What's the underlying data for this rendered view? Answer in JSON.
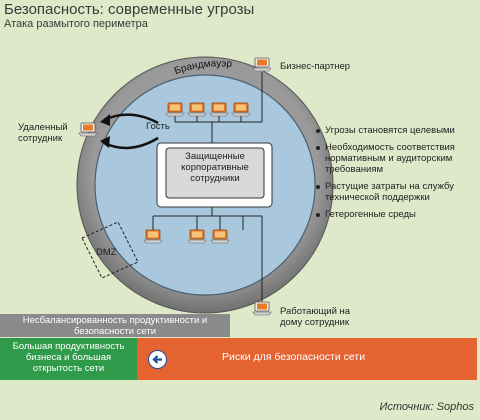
{
  "header": {
    "title": "Безопасность: современные угрозы",
    "subtitle": "Атака размытого периметра"
  },
  "diagram": {
    "firewall_label": "Брандмауэр",
    "guest_label": "Гость",
    "core_label": "Защищенные корпоративные сотрудники",
    "dmz_label": "DMZ",
    "business_partner_label": "Бизнес-партнер",
    "remote_employee_label": "Удаленный сотрудник",
    "home_employee_label": "Работающий на дому сотрудник"
  },
  "bullets": [
    "Угрозы становятся целевыми",
    "Необходимость соответствия нормативным и аудиторским требованиям",
    "Растущие затраты на службу технической поддержки",
    "Гетерогенные среды"
  ],
  "bars": {
    "imbalance": "Несбалансированность продуктивности и безопасности сети",
    "openness": "Большая продуктивность бизнеса и большая открытость сети",
    "risks": "Риски для безопасности сети"
  },
  "source": "Источник: Sophos",
  "colors": {
    "background": "#dde9c9",
    "ring": "#8c8c8c",
    "inner": "#a9c8dd",
    "grey_bar": "#8a8a8a",
    "green_bar": "#2f9b4a",
    "orange_bar": "#e46330"
  },
  "icons": {
    "computer": "laptop-icon",
    "direction": "left-arrow-icon"
  }
}
